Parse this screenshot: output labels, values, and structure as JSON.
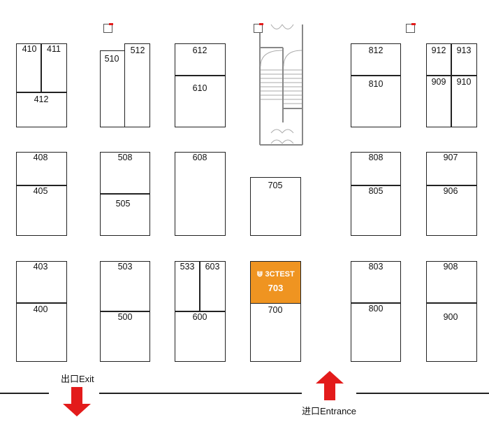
{
  "booths": [
    "410",
    "411",
    "412",
    "510",
    "512",
    "612",
    "610",
    "812",
    "810",
    "912",
    "913",
    "909",
    "910",
    "408",
    "405",
    "508",
    "505",
    "608",
    "705",
    "808",
    "805",
    "907",
    "906",
    "403",
    "400",
    "503",
    "500",
    "533",
    "603",
    "600",
    "703",
    "700",
    "803",
    "800",
    "908",
    "900"
  ],
  "highlight": {
    "brand": "3CTEST",
    "booth": "703",
    "color": "#ef9421"
  },
  "exit_label": "出口Exit",
  "entrance_label": "进口Entrance",
  "arrow_color": "#e31b1b"
}
